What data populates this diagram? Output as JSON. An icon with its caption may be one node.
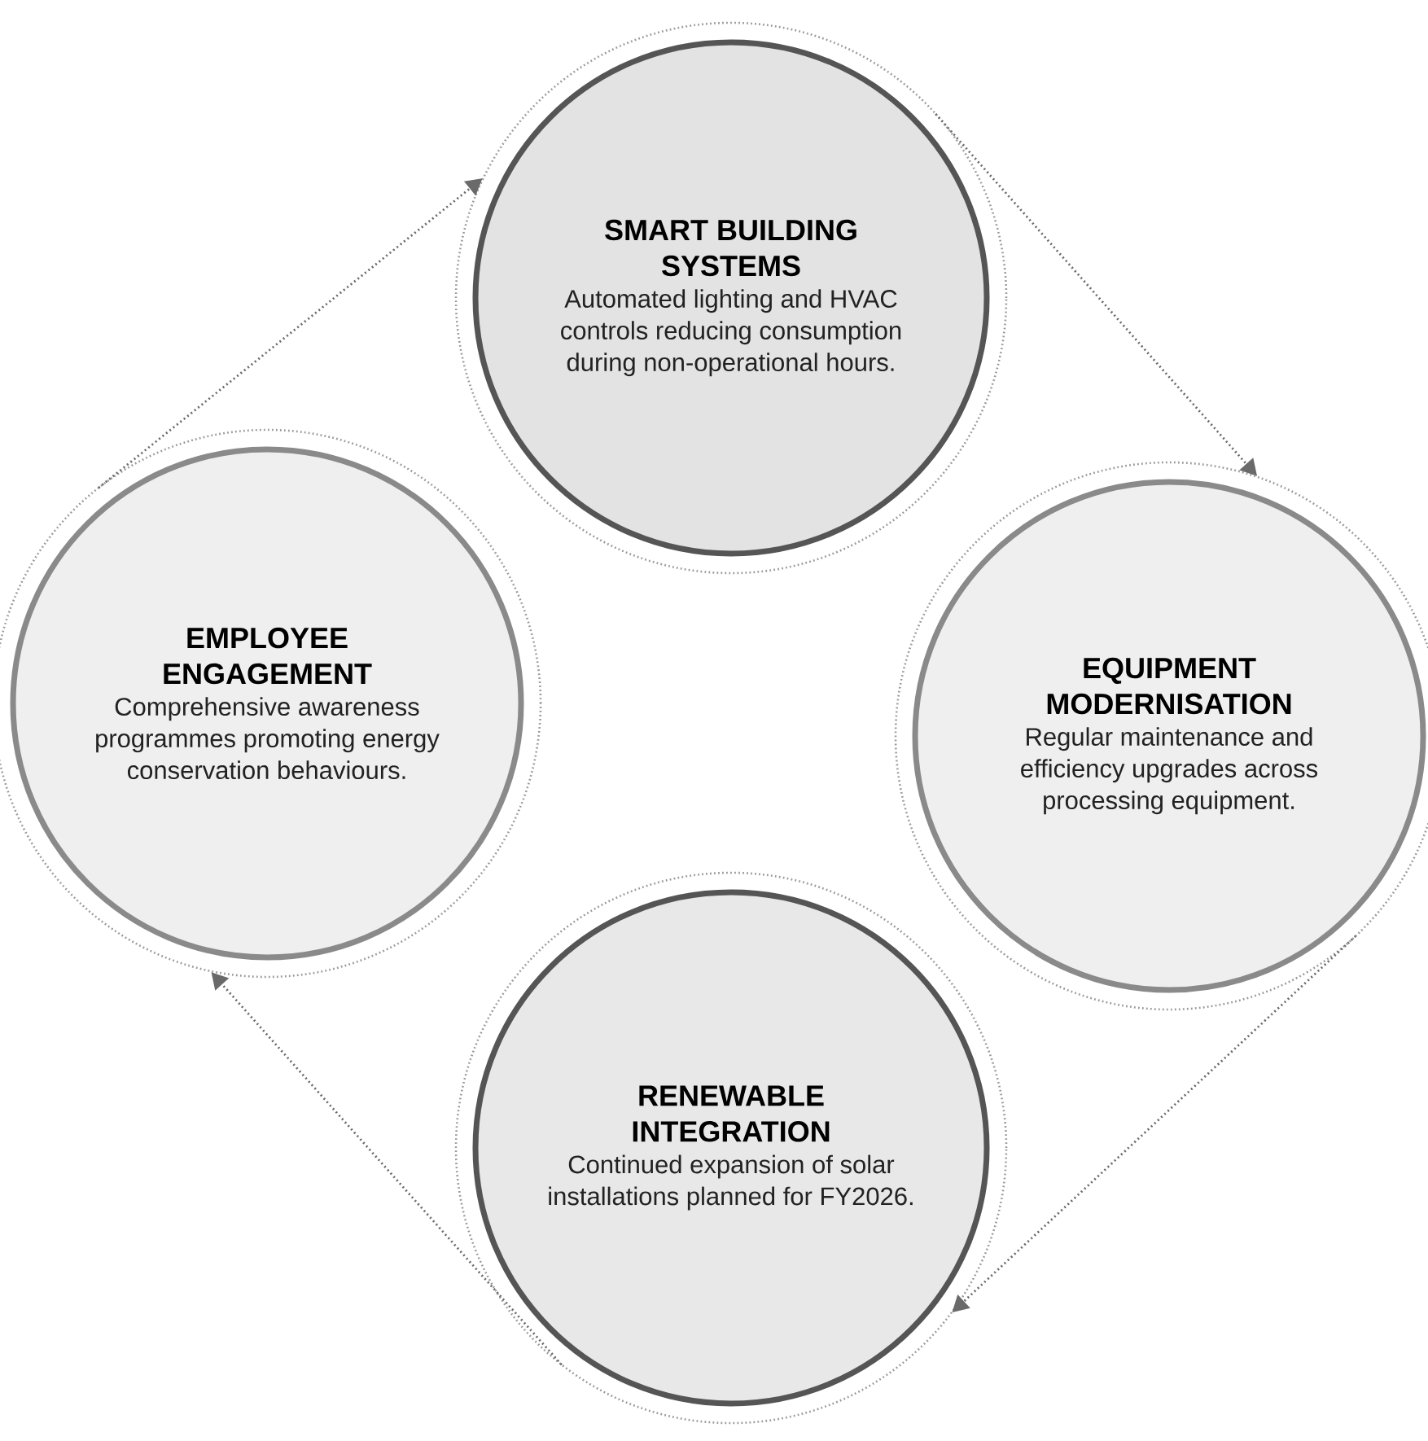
{
  "diagram": {
    "nodes": [
      {
        "text": [
          "SMART BUILDING SYSTEMS",
          "Automated lighting and HVAC controls reducing consumption during non-operational hours."
        ]
      },
      {
        "text": [
          "EMPLOYEE ENGAGEMENT",
          "Comprehensive awareness programmes promoting energy conservation behaviours."
        ]
      },
      {
        "text": [
          "EQUIPMENT MODERNISATION",
          "Regular maintenance and efficiency upgrades across processing equipment."
        ]
      },
      {
        "text": [
          "RENEWABLE INTEGRATION",
          "Continued expansion of solar installations planned for FY2026."
        ]
      }
    ],
    "edges": [
      {
        "from": 0,
        "to": 2,
        "arrow": "to"
      },
      {
        "from": 2,
        "to": 3,
        "arrow": "to"
      },
      {
        "from": 3,
        "to": 1,
        "arrow": "to"
      },
      {
        "from": 1,
        "to": 0,
        "arrow": "to"
      }
    ]
  }
}
